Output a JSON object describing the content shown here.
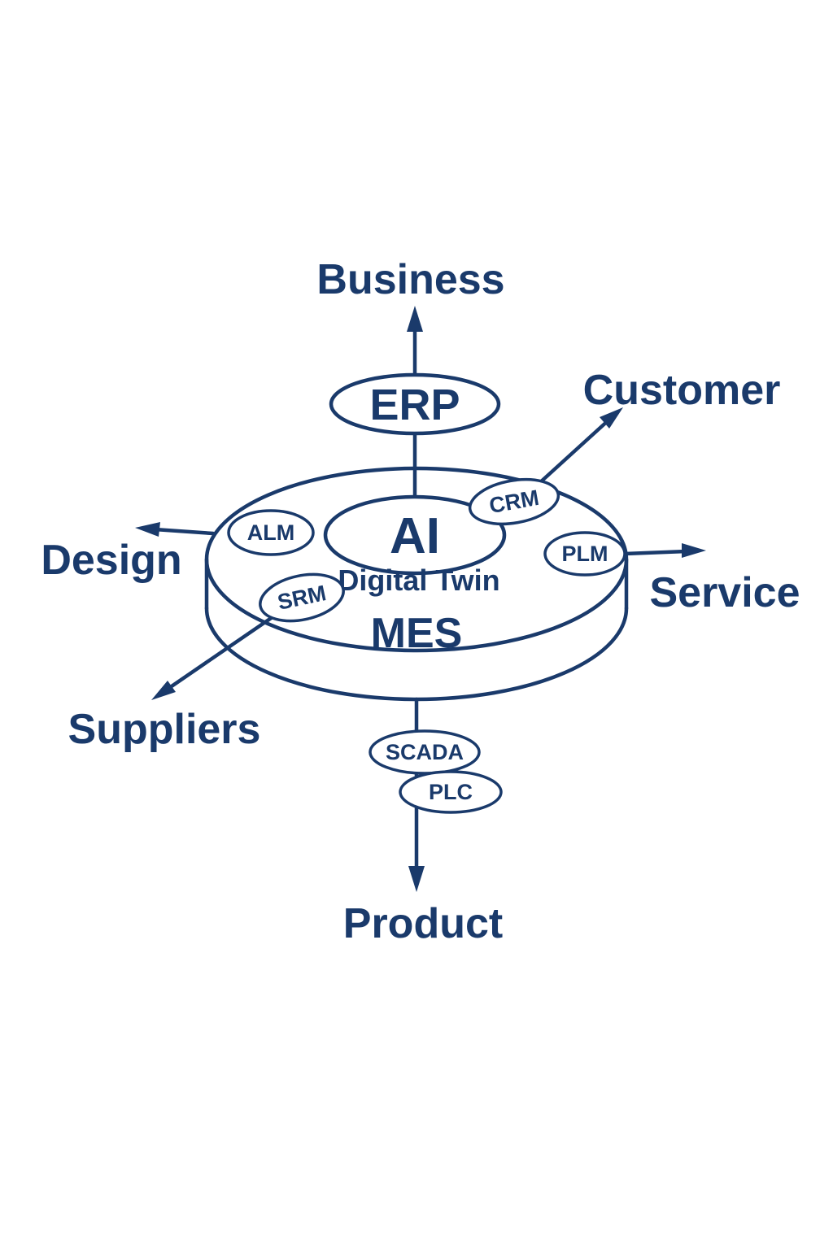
{
  "colors": {
    "ink": "#1A3A6B",
    "background": "#FFFFFF"
  },
  "core": {
    "ai": "AI",
    "digital_twin": "Digital Twin",
    "mes": "MES"
  },
  "systems": {
    "erp": "ERP",
    "alm": "ALM",
    "crm": "CRM",
    "plm": "PLM",
    "srm": "SRM",
    "scada": "SCADA",
    "plc": "PLC"
  },
  "endpoints": {
    "business": "Business",
    "customer": "Customer",
    "design": "Design",
    "service": "Service",
    "suppliers": "Suppliers",
    "product": "Product"
  }
}
